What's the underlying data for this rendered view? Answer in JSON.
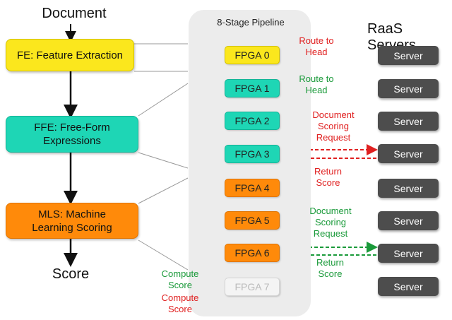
{
  "left": {
    "document": "Document",
    "score": "Score",
    "stages": [
      {
        "label": "FE: Feature Extraction",
        "color": "#fbe71d"
      },
      {
        "label": "FFE: Free-Form Expressions",
        "color": "#1ed6b5"
      },
      {
        "label": "MLS: Machine Learning Scoring",
        "color": "#ff8a0a"
      }
    ]
  },
  "pipeline": {
    "title": "8-Stage Pipeline",
    "fpgas": [
      {
        "label": "FPGA 0",
        "color": "#fbe71d"
      },
      {
        "label": "FPGA 1",
        "color": "#1ed6b5"
      },
      {
        "label": "FPGA 2",
        "color": "#1ed6b5"
      },
      {
        "label": "FPGA 3",
        "color": "#1ed6b5"
      },
      {
        "label": "FPGA 4",
        "color": "#ff8a0a"
      },
      {
        "label": "FPGA 5",
        "color": "#ff8a0a"
      },
      {
        "label": "FPGA 6",
        "color": "#ff8a0a"
      },
      {
        "label": "FPGA 7",
        "color": "#f4f4f4"
      }
    ]
  },
  "servers": {
    "title": "RaaS Servers",
    "items": [
      "Server",
      "Server",
      "Server",
      "Server",
      "Server",
      "Server",
      "Server",
      "Server"
    ]
  },
  "annotations": {
    "route_to_head_red": "Route to Head",
    "route_to_head_green": "Route to Head",
    "doc_scoring_request_red": "Document Scoring Request",
    "return_score_red": "Return Score",
    "doc_scoring_request_green": "Document Scoring Request",
    "return_score_green": "Return Score",
    "compute_score_green": "Compute Score",
    "compute_score_red": "Compute Score"
  },
  "colors": {
    "red_arrow": "#e02020",
    "green_arrow": "#1a9a3a",
    "server": "#4d4d4d"
  }
}
